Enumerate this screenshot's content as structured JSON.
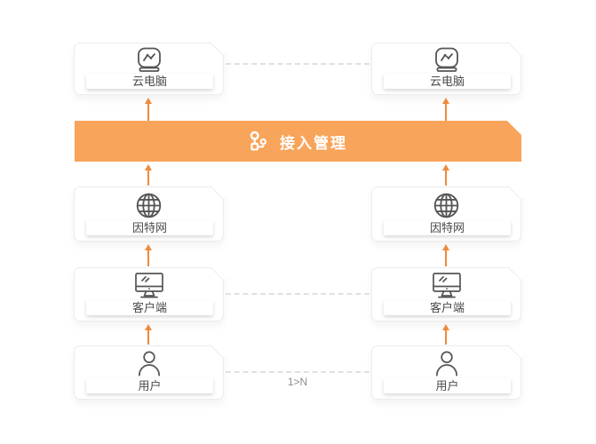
{
  "banner": {
    "label": "接入管理"
  },
  "relation_label": "1>N",
  "nodes": [
    {
      "id": "cloud-pc",
      "label": "云电脑"
    },
    {
      "id": "internet",
      "label": "因特网"
    },
    {
      "id": "client",
      "label": "客户端"
    },
    {
      "id": "user",
      "label": "用户"
    }
  ],
  "colors": {
    "banner_orange": "#F8A45A",
    "arrow_orange": "#EF8A3C",
    "icon_gray": "#555555",
    "label_text": "#4A4A4A",
    "dashed_line": "#E0E0E0",
    "relation_text": "#8C8C8C"
  }
}
